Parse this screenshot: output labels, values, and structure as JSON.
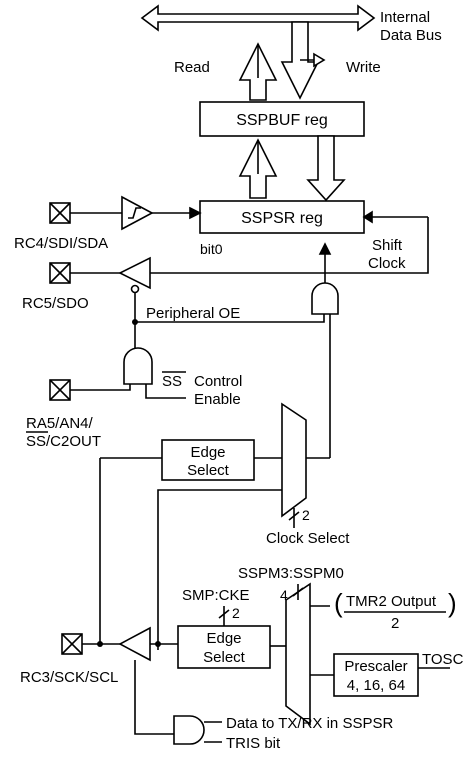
{
  "bus": {
    "label_line1": "Internal",
    "label_line2": "Data Bus",
    "read_label": "Read",
    "write_label": "Write"
  },
  "registers": {
    "sspbuf": "SSPBUF reg",
    "sspsr": "SSPSR reg",
    "bit0": "bit0",
    "shift_clock_line1": "Shift",
    "shift_clock_line2": "Clock"
  },
  "pins": {
    "sdi": "RC4/SDI/SDA",
    "sdo": "RC5/SDO",
    "ss_line1": "RA5/AN4/",
    "ss_line2": "SS/C2OUT",
    "sck": "RC3/SCK/SCL"
  },
  "signals": {
    "peripheral_oe": "Peripheral OE",
    "ss_overbar": "SS",
    "control": "Control",
    "enable": "Enable",
    "clock_select": "Clock Select",
    "clock_select_width": "2",
    "smp_cke": "SMP:CKE",
    "smp_cke_width": "2",
    "sspm": "SSPM3:SSPM0",
    "sspm_width": "4",
    "tmr2_output": "TMR2 Output",
    "tmr2_divisor": "2",
    "tosc": "TOSC",
    "data_to_txrx": "Data to TX/RX in SSPSR",
    "tris_bit": "TRIS bit"
  },
  "blocks": {
    "edge_select_upper_line1": "Edge",
    "edge_select_upper_line2": "Select",
    "edge_select_lower_line1": "Edge",
    "edge_select_lower_line2": "Select",
    "prescaler_line1": "Prescaler",
    "prescaler_line2": "4, 16, 64"
  }
}
